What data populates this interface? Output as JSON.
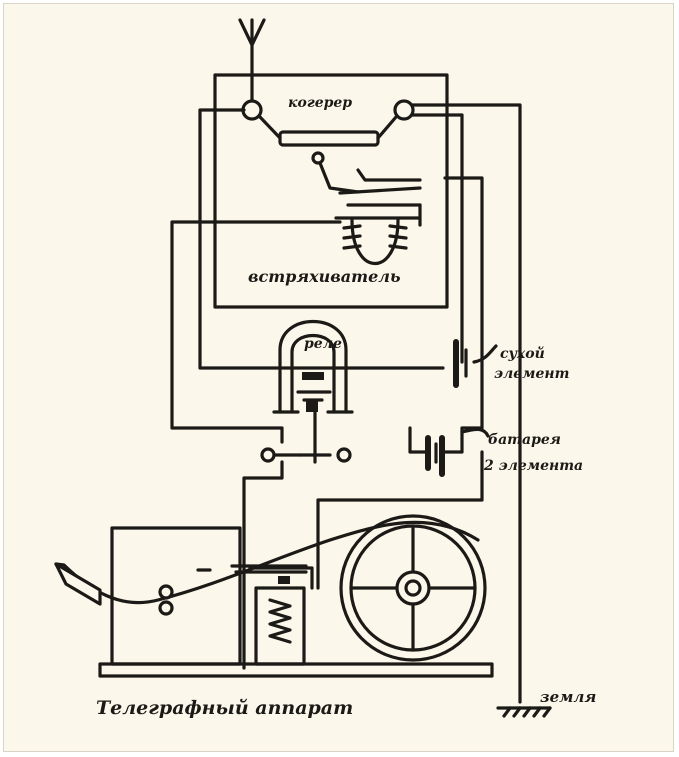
{
  "labels": {
    "coherer": "когерер",
    "decoherer": "встряхиватель",
    "relay": "реле",
    "dry_cell_line1": "сухой",
    "dry_cell_line2": "элемент",
    "battery_line1": "батарея",
    "battery_line2": "2 элемента",
    "telegraph": "Телеграфный аппарат",
    "ground": "земля"
  },
  "colors": {
    "ink": "#1c1a17",
    "paper": "#fbf7ea",
    "border": "#d9d4c6"
  }
}
